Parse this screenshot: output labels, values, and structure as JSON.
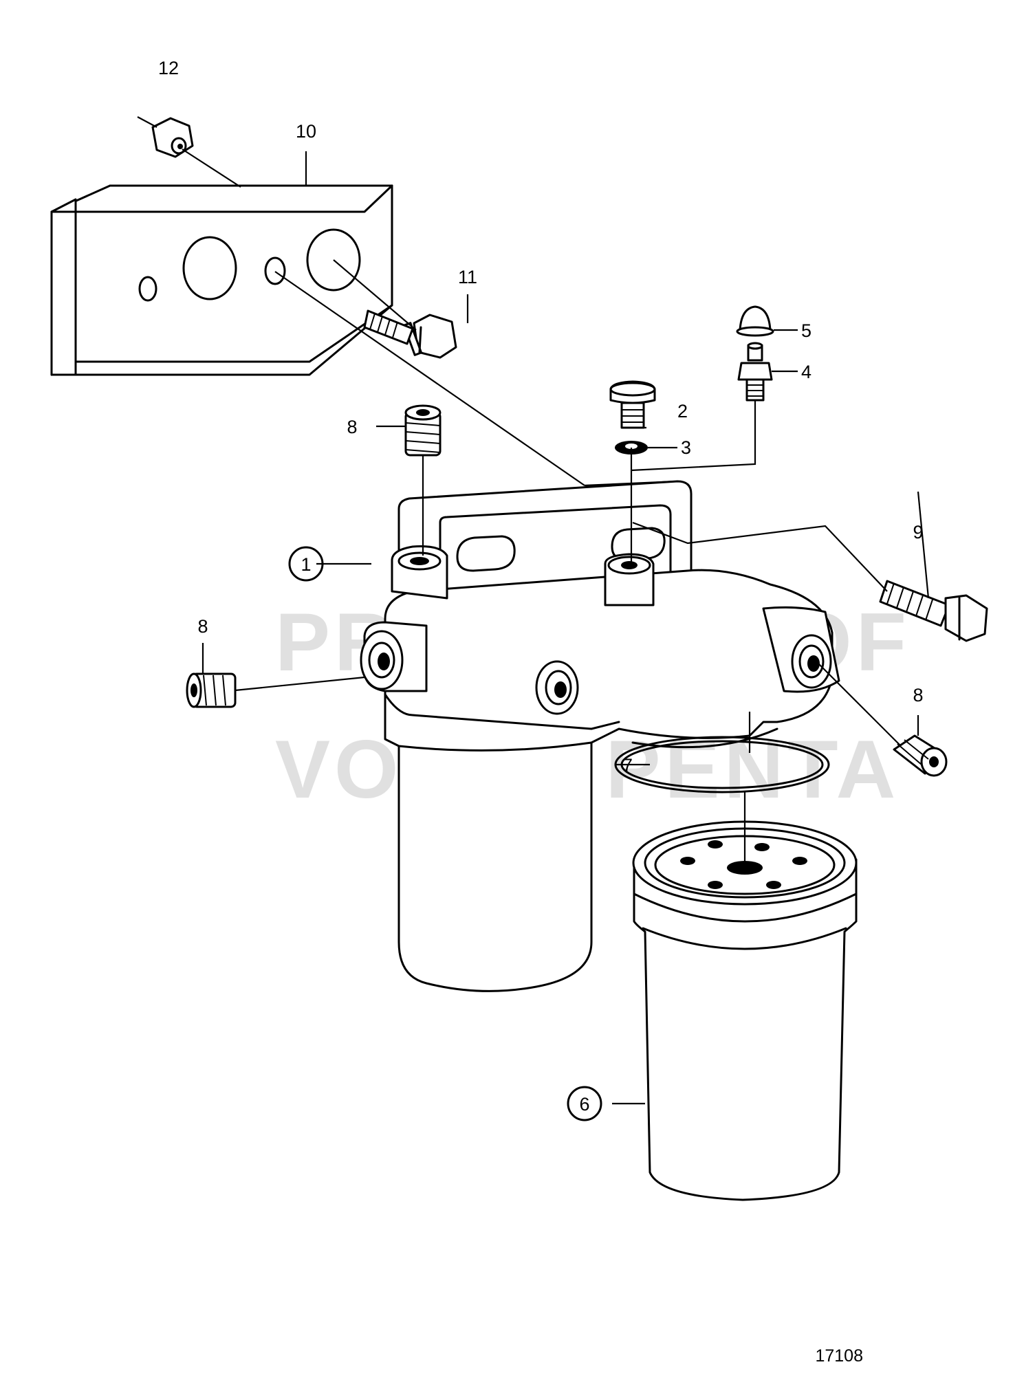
{
  "diagram": {
    "drawing_number": "17108",
    "watermark": {
      "line1": "PROPERTY OF",
      "line2": "VOLVO PENTA"
    },
    "callouts": {
      "c1": "1",
      "c2": "2",
      "c3": "3",
      "c4": "4",
      "c5": "5",
      "c6": "6",
      "c7": "7",
      "c8a": "8",
      "c8b": "8",
      "c8c": "8",
      "c9": "9",
      "c10": "10",
      "c11": "11",
      "c12": "12"
    }
  }
}
